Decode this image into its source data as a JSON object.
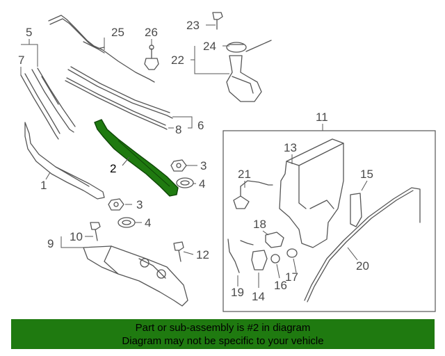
{
  "callouts": {
    "n1": "1",
    "n2": "2",
    "n3a": "3",
    "n3b": "3",
    "n4a": "4",
    "n4b": "4",
    "n5": "5",
    "n6": "6",
    "n7": "7",
    "n8": "8",
    "n9": "9",
    "n10": "10",
    "n11": "11",
    "n12": "12",
    "n13": "13",
    "n14": "14",
    "n15": "15",
    "n16": "16",
    "n17": "17",
    "n18": "18",
    "n19": "19",
    "n20": "20",
    "n21": "21",
    "n22": "22",
    "n23": "23",
    "n24": "24",
    "n25": "25",
    "n26": "26"
  },
  "banner": {
    "line1": "Part or sub-assembly is #2 in diagram",
    "line2": "Diagram may not be specific to your vehicle"
  },
  "colors": {
    "highlight": "#1f7a10",
    "line": "#555555",
    "banner_bg": "#1f7a10"
  }
}
